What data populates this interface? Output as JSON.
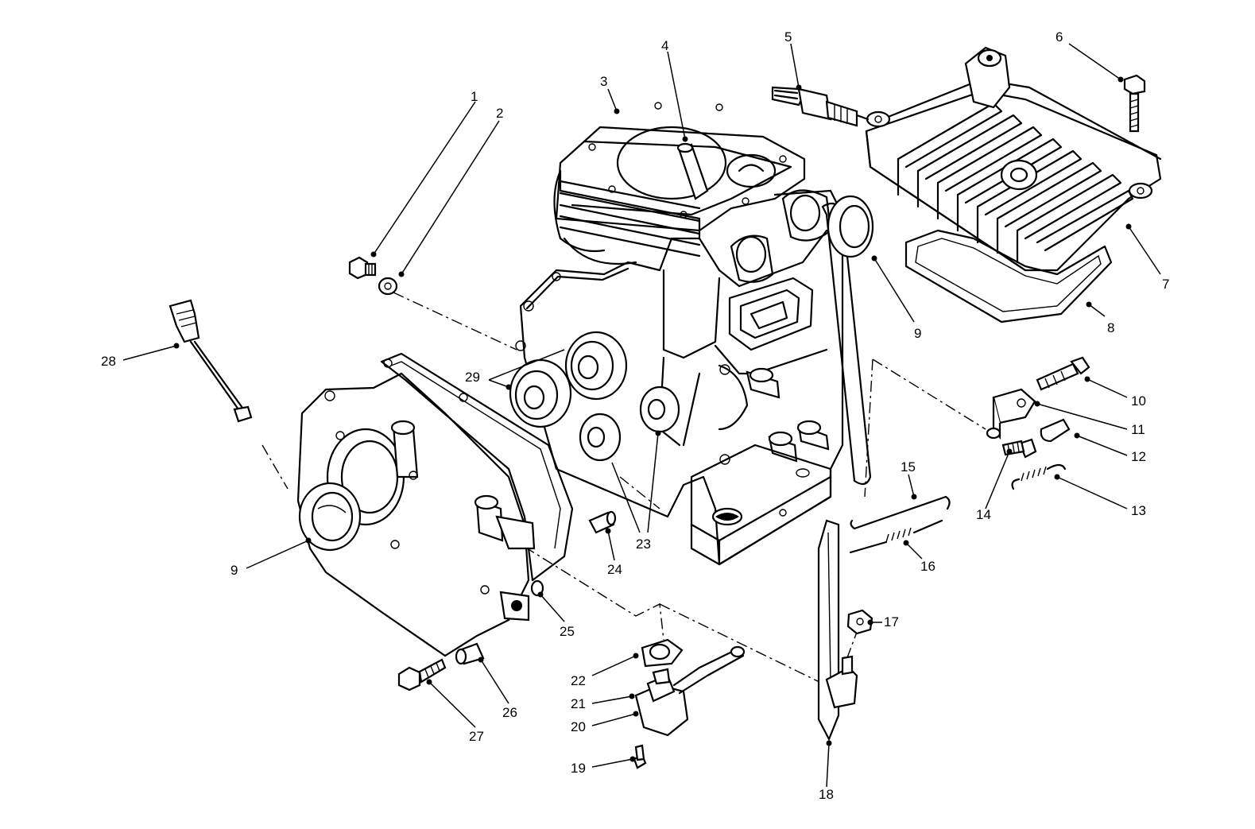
{
  "colors": {
    "line": "#000000",
    "background": "#ffffff"
  },
  "callouts": [
    {
      "id": "c1",
      "text": "1"
    },
    {
      "id": "c2",
      "text": "2"
    },
    {
      "id": "c3",
      "text": "3"
    },
    {
      "id": "c4",
      "text": "4"
    },
    {
      "id": "c5",
      "text": "5"
    },
    {
      "id": "c6",
      "text": "6"
    },
    {
      "id": "c7",
      "text": "7"
    },
    {
      "id": "c8",
      "text": "8"
    },
    {
      "id": "c9a",
      "text": "9"
    },
    {
      "id": "c9b",
      "text": "9"
    },
    {
      "id": "c10",
      "text": "10"
    },
    {
      "id": "c11",
      "text": "11"
    },
    {
      "id": "c12",
      "text": "12"
    },
    {
      "id": "c13",
      "text": "13"
    },
    {
      "id": "c14",
      "text": "14"
    },
    {
      "id": "c15",
      "text": "15"
    },
    {
      "id": "c16",
      "text": "16"
    },
    {
      "id": "c17",
      "text": "17"
    },
    {
      "id": "c18",
      "text": "18"
    },
    {
      "id": "c19",
      "text": "19"
    },
    {
      "id": "c20",
      "text": "20"
    },
    {
      "id": "c21",
      "text": "21"
    },
    {
      "id": "c22",
      "text": "22"
    },
    {
      "id": "c23",
      "text": "23"
    },
    {
      "id": "c24",
      "text": "24"
    },
    {
      "id": "c25",
      "text": "25"
    },
    {
      "id": "c26",
      "text": "26"
    },
    {
      "id": "c27",
      "text": "27"
    },
    {
      "id": "c28",
      "text": "28"
    },
    {
      "id": "c29",
      "text": "29"
    }
  ]
}
